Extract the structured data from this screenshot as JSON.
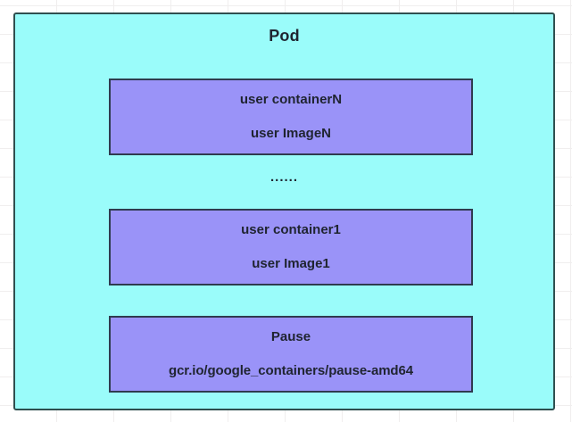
{
  "diagram": {
    "title": "Pod",
    "colors": {
      "pod_fill": "#9afcfa",
      "pod_border": "#2f4f4f",
      "container_fill": "#9a93f8",
      "container_border": "#2f3b4f",
      "text": "#1f2430",
      "grid": "#f0eeee",
      "page_background": "#ffffff"
    },
    "ellipsis": "......",
    "containers": [
      {
        "id": "containerN",
        "title": "user containerN",
        "subtitle": "user ImageN"
      },
      {
        "id": "container1",
        "title": "user container1",
        "subtitle": "user Image1"
      },
      {
        "id": "pause",
        "title": "Pause",
        "subtitle": "gcr.io/google_containers/pause-amd64"
      }
    ]
  }
}
